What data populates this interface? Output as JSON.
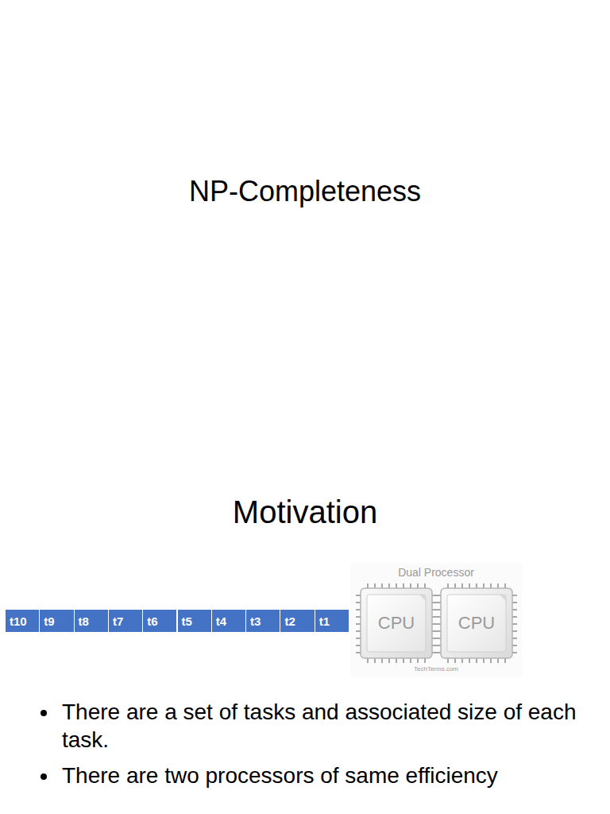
{
  "diagram": {
    "title": "NP-Completeness",
    "nodes": [
      {
        "text": [
          "t10"
        ]
      },
      {
        "text": [
          "t9"
        ]
      },
      {
        "text": [
          "t8"
        ]
      },
      {
        "text": [
          "t7"
        ]
      },
      {
        "text": [
          "t6"
        ]
      },
      {
        "text": [
          "t5"
        ]
      },
      {
        "text": [
          "t4"
        ]
      },
      {
        "text": [
          "t3"
        ]
      },
      {
        "text": [
          "t2"
        ]
      },
      {
        "text": [
          "t1"
        ]
      },
      {
        "text": [
          "CPU"
        ]
      },
      {
        "text": [
          "CPU"
        ]
      }
    ],
    "labels": [
      "Motivation",
      "Dual Processor",
      "TechTerms.com",
      "There are a set of tasks and associated size of each task.",
      "There are two processors of same efficiency"
    ]
  }
}
